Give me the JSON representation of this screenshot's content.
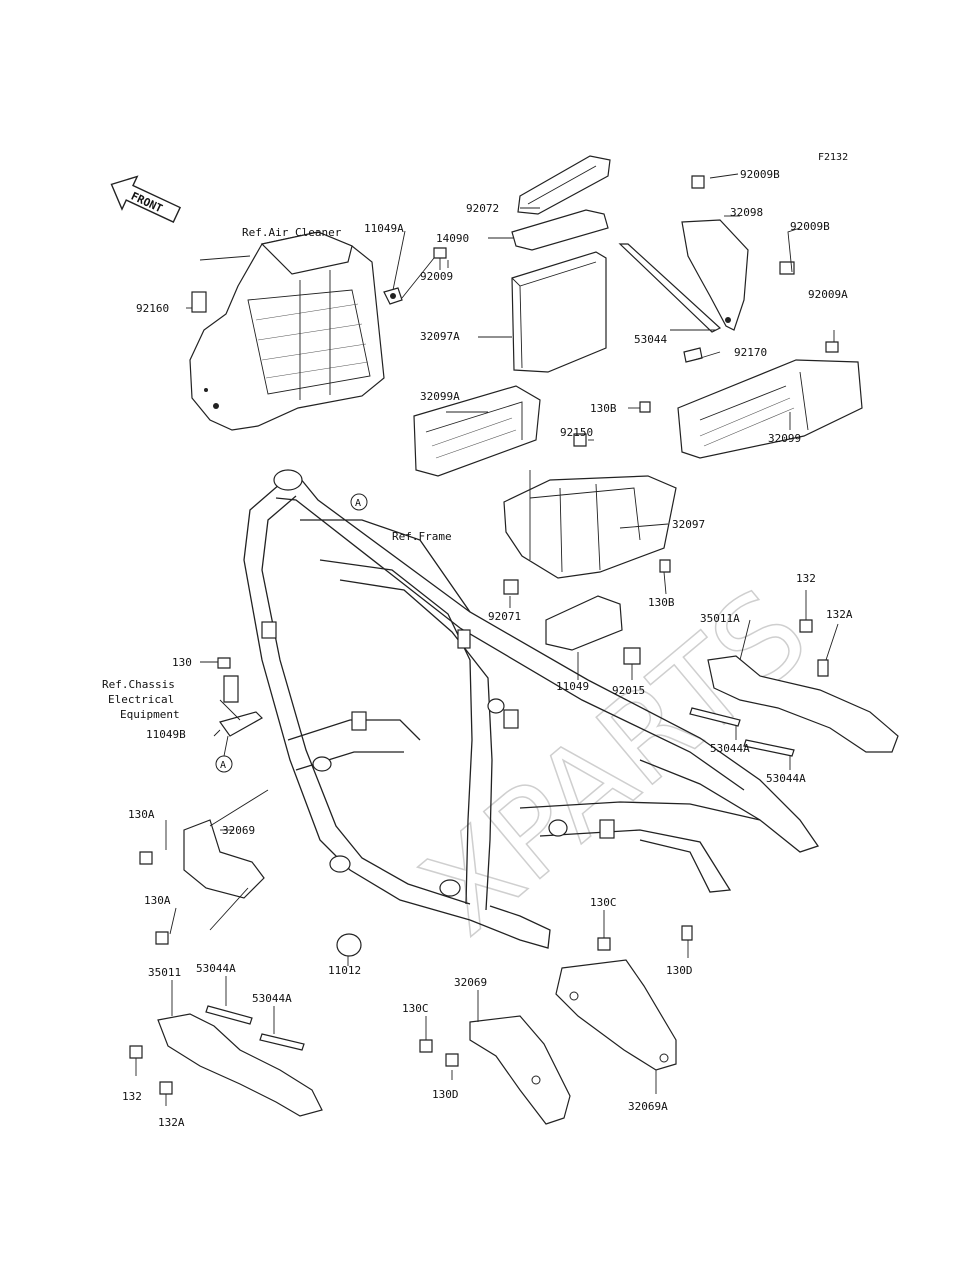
{
  "figure_code": "F2132",
  "front_label": "FRONT",
  "watermark": "XPARTS",
  "ref_labels": {
    "air_cleaner": "Ref.Air Cleaner",
    "frame": "Ref.Frame",
    "chassis_1": "Ref.Chassis",
    "chassis_2": "Electrical",
    "chassis_3": "Equipment"
  },
  "circle_marker": "A",
  "parts": {
    "p92009B_top": "92009B",
    "p32098": "32098",
    "p92072": "92072",
    "p14090": "14090",
    "p11049A": "11049A",
    "p92009_a": "92009",
    "p92009B_mid": "92009B",
    "p92009A": "92009A",
    "p92160": "92160",
    "p32097A": "32097A",
    "p53044": "53044",
    "p92170": "92170",
    "p32099A": "32099A",
    "p130B_top": "130B",
    "p92150": "92150",
    "p32099": "32099",
    "p32097": "32097",
    "p130B_mid": "130B",
    "p92071": "92071",
    "p11049": "11049",
    "p92015": "92015",
    "p132_top": "132",
    "p35011A": "35011A",
    "p132A_top": "132A",
    "p130": "130",
    "p11049B": "11049B",
    "p53044A_r1": "53044A",
    "p53044A_r2": "53044A",
    "p130A_1": "130A",
    "p32069_l": "32069",
    "p130A_2": "130A",
    "p130C_r": "130C",
    "p130D_r": "130D",
    "p11012": "11012",
    "p35011": "35011",
    "p53044A_l1": "53044A",
    "p53044A_l2": "53044A",
    "p32069_m": "32069",
    "p130C_m": "130C",
    "p130D_m": "130D",
    "p132_bot": "132",
    "p132A_bot": "132A",
    "p32069A": "32069A"
  }
}
